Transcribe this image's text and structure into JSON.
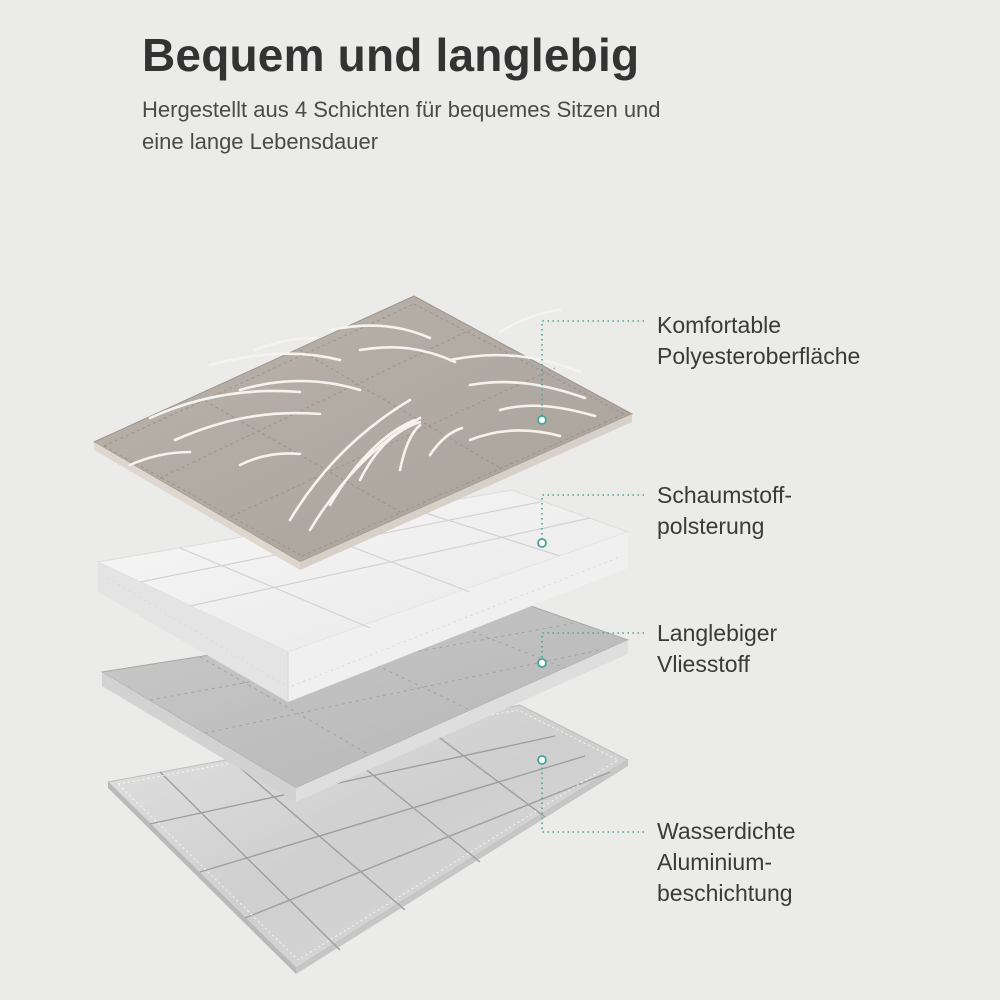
{
  "header": {
    "title": "Bequem und langlebig",
    "subtitle_line1": "Hergestellt aus 4 Schichten für bequemes Sitzen und",
    "subtitle_line2": "eine lange Lebensdauer"
  },
  "layers": [
    {
      "line1": "Komfortable",
      "line2": "Polyesteroberfläche",
      "line3": ""
    },
    {
      "line1": "Schaumstoff-",
      "line2": "polsterung",
      "line3": ""
    },
    {
      "line1": "Langlebiger",
      "line2": "Vliesstoff",
      "line3": ""
    },
    {
      "line1": "Wasserdichte",
      "line2": "Aluminium-",
      "line3": "beschichtung"
    }
  ],
  "colors": {
    "background": "#ebebe9",
    "accent": "#4aa39a",
    "polyester": "#b1aba4",
    "foam": "#f1f1f1",
    "fleece": "#bdbdbd",
    "aluminium": "#d4d4d4"
  }
}
